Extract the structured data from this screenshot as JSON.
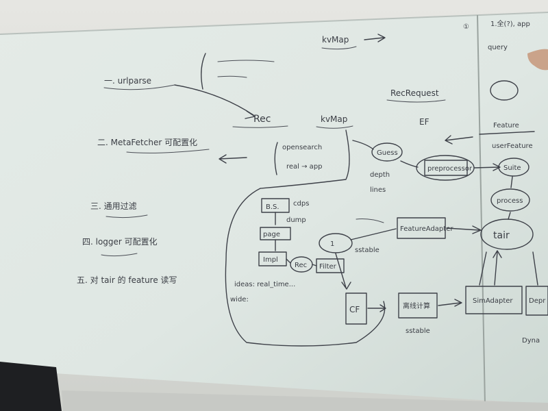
{
  "whiteboard": {
    "left_list": [
      "一. urlparse",
      "二. MetaFetcher 可配置化",
      "三. 通用过滤",
      "四. logger 可配置化",
      "五. 对 tair 的 feature 读写"
    ],
    "notes": {
      "kvmap_top": "kvMap",
      "kvmap_mid": "kvMap",
      "rec_request": "RecRequest",
      "rec": "Rec",
      "cf": "CF",
      "query": "query",
      "feature_label": "Feature",
      "tair": "tair",
      "sstable": "sstable",
      "depth": "depth",
      "todo_a": "dump",
      "todo_b": "lines",
      "idea_line1": "ideas: real_time...",
      "idea_line2": "wide:",
      "opensearch": "opensearch",
      "real_app": "real → app",
      "guess": "Guess",
      "preprocessor": "preprocessor",
      "suite": "Suite",
      "process": "process",
      "feature_adapter": "FeatureAdapter",
      "sim_adapter": "SimAdapter",
      "bs": "B.S.",
      "page": "page",
      "impl": "Impl",
      "rec_small": "Rec",
      "filter": "Filter",
      "circle_1": "1",
      "depr": "Depr",
      "dynamic": "Dyna",
      "user_note": "1.全(?), app"
    }
  }
}
